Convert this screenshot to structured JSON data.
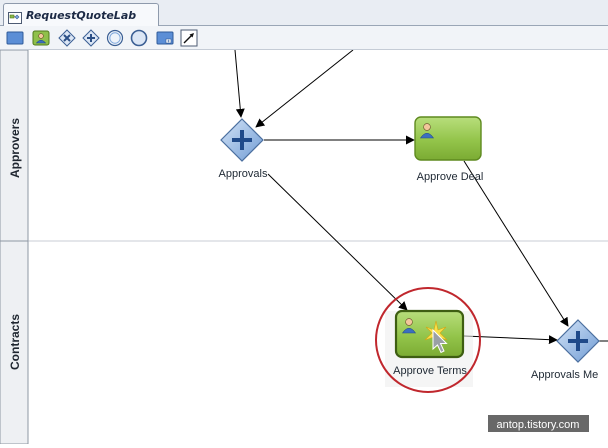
{
  "editor": {
    "tab_label": "RequestQuoteLab",
    "tab_icon": "process-diagram-icon"
  },
  "toolbar": {
    "items": [
      {
        "name": "activity-tool-icon"
      },
      {
        "name": "user-task-tool-icon"
      },
      {
        "name": "exclusive-gateway-tool-icon"
      },
      {
        "name": "parallel-gateway-tool-icon"
      },
      {
        "name": "start-event-tool-icon"
      },
      {
        "name": "end-event-tool-icon"
      },
      {
        "name": "subprocess-tool-icon"
      },
      {
        "name": "sequence-flow-tool-icon"
      }
    ]
  },
  "lanes": [
    {
      "id": "approvers",
      "label": "Approvers"
    },
    {
      "id": "contracts",
      "label": "Contracts"
    }
  ],
  "nodes": {
    "approvals": {
      "label": "Approvals",
      "type": "parallel-gateway"
    },
    "approve_deal": {
      "label": "Approve Deal",
      "type": "user-task"
    },
    "approve_terms": {
      "label": "Approve Terms",
      "type": "user-task",
      "highlighted": true
    },
    "approvals_merge": {
      "label": "Approvals Me",
      "type": "parallel-gateway"
    }
  },
  "watermark": "antop.tistory.com",
  "colors": {
    "task_fill": "#9ccb52",
    "task_border": "#5e8a1f",
    "gateway_fill": "#7ea7dc",
    "highlight_ring": "#c0272d"
  }
}
